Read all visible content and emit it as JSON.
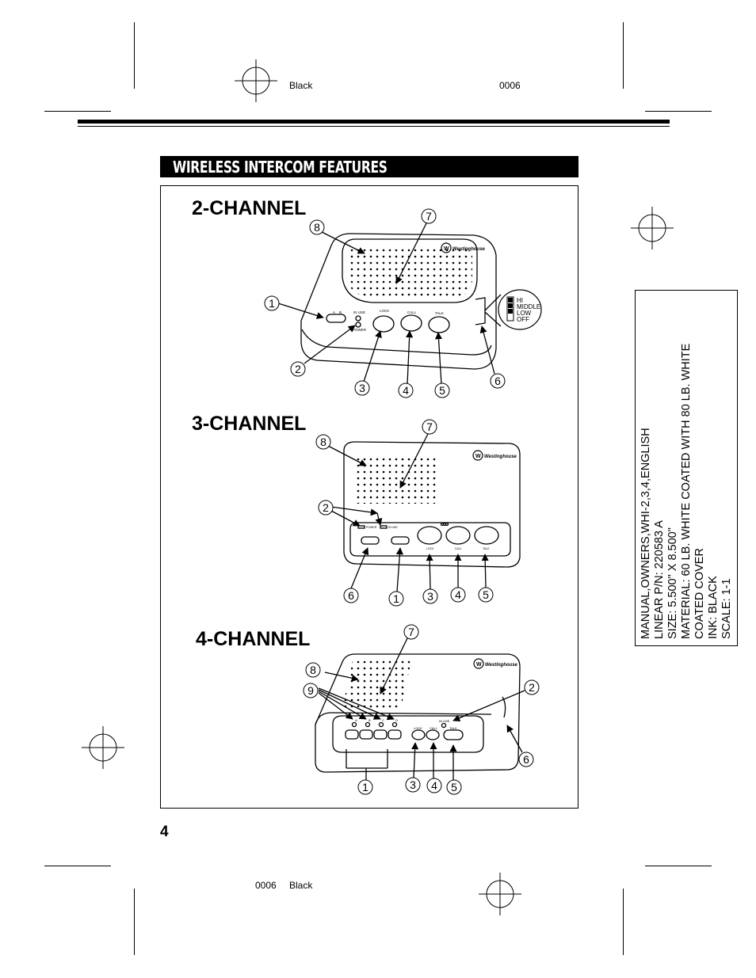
{
  "slug_top": {
    "left": "Black",
    "right": "0006"
  },
  "slug_bottom": {
    "left": "0006",
    "right": "Black"
  },
  "section_title": "WIRELESS INTERCOM FEATURES",
  "diagrams": {
    "two_channel": {
      "heading": "2-CHANNEL",
      "brand": "Westinghouse",
      "labels": {
        "a": "A",
        "b": "B",
        "in_use": "IN USE",
        "power": "POWER",
        "lock": "LOCK",
        "call": "CALL",
        "talk": "TALK"
      },
      "volume_levels": [
        "HI",
        "MIDDLE",
        "LOW",
        "OFF"
      ],
      "callouts": [
        "1",
        "2",
        "3",
        "4",
        "5",
        "6",
        "7",
        "8"
      ]
    },
    "three_channel": {
      "heading": "3-CHANNEL",
      "brand": "Westinghouse",
      "labels": {
        "power": "POWER",
        "in_use": "IN USE",
        "lock": "LOCK",
        "call": "CALL",
        "talk": "TALK"
      },
      "callouts": [
        "1",
        "2",
        "3",
        "4",
        "5",
        "6",
        "7",
        "8"
      ]
    },
    "four_channel": {
      "heading": "4-CHANNEL",
      "brand": "Westinghouse",
      "labels": {
        "a": "A",
        "b": "B",
        "c": "C",
        "d": "D",
        "in_use": "IN USE",
        "lock": "LOCK",
        "call": "CALL",
        "talk": "TALK"
      },
      "callouts": [
        "1",
        "2",
        "3",
        "4",
        "5",
        "6",
        "7",
        "8",
        "9"
      ]
    }
  },
  "page_number": "4",
  "spec_lines": [
    "MANUAL,OWNERS,WHI-2,3,4,ENGLISH",
    "LINEAR P/N: 220583 A",
    "SIZE: 5.500\" X 8.500\"",
    "MATERIAL: 60 LB. WHITE COATED WITH 80 LB. WHITE",
    "COATED COVER",
    "INK: BLACK",
    "SCALE: 1-1"
  ]
}
